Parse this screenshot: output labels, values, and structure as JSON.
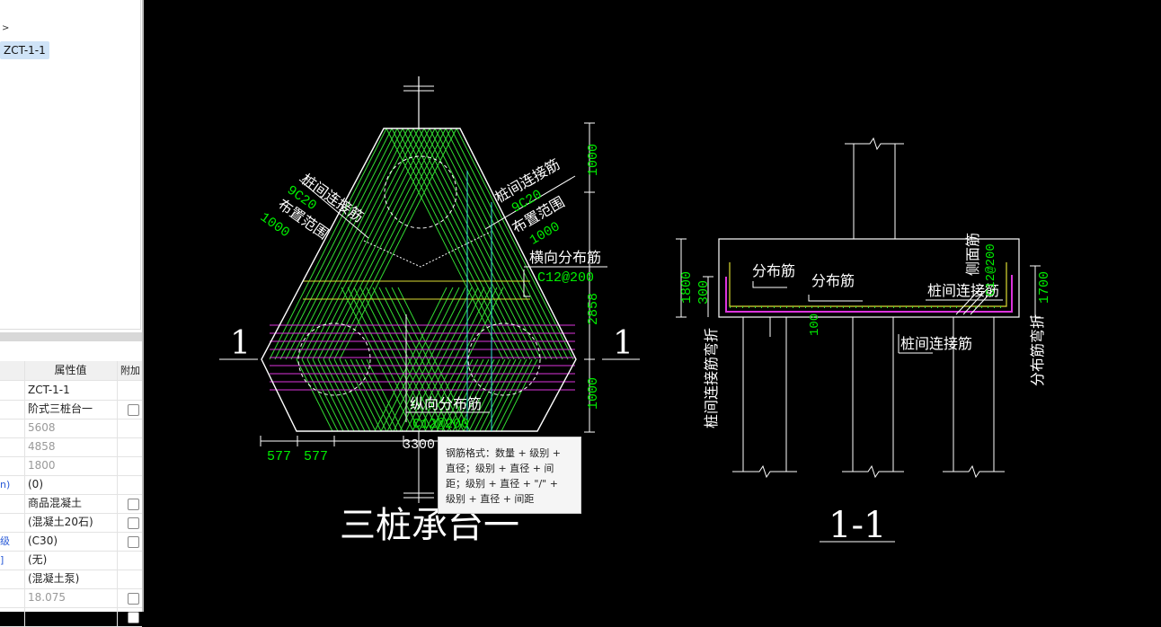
{
  "tree": {
    "expand_arrow": ">",
    "selected_item": "ZCT-1-1"
  },
  "properties": {
    "headers": {
      "name": "",
      "value": "属性值",
      "attach": "附加"
    },
    "rows": [
      {
        "name": "",
        "value": "ZCT-1-1",
        "value_gray": false,
        "checkbox": false
      },
      {
        "name": "",
        "value": "阶式三桩台一",
        "value_gray": false,
        "checkbox": true
      },
      {
        "name": "",
        "value": "5608",
        "value_gray": true,
        "checkbox": false
      },
      {
        "name": "",
        "value": "4858",
        "value_gray": true,
        "checkbox": false
      },
      {
        "name": "",
        "value": "1800",
        "value_gray": true,
        "checkbox": false
      },
      {
        "name": "n)",
        "value": "(0)",
        "value_gray": false,
        "checkbox": false
      },
      {
        "name": "",
        "value": "商品混凝土",
        "value_gray": false,
        "checkbox": true
      },
      {
        "name": "",
        "value": "(混凝土20石)",
        "value_gray": false,
        "checkbox": true
      },
      {
        "name": "级",
        "value": "(C30)",
        "value_gray": false,
        "checkbox": true
      },
      {
        "name": "]",
        "value": "(无)",
        "value_gray": false,
        "checkbox": false
      },
      {
        "name": "",
        "value": "(混凝土泵)",
        "value_gray": false,
        "checkbox": false
      },
      {
        "name": "",
        "value": "18.075",
        "value_gray": true,
        "checkbox": true
      },
      {
        "name": "",
        "value": "",
        "value_gray": false,
        "checkbox": true
      }
    ]
  },
  "plan": {
    "title": "三桩承台一",
    "section_mark_left": "1",
    "section_mark_right": "1",
    "left_rebar_name": "桩间连接筋",
    "left_rebar_spec": "9C20",
    "left_range_label": "布置范围",
    "left_range_value": "1000",
    "right_rebar_name": "桩间连接筋",
    "right_rebar_spec": "9C20",
    "right_range_label": "布置范围",
    "right_range_value": "1000",
    "transverse_label": "横向分布筋",
    "transverse_spec": "C12@200",
    "longitudinal_label": "纵向分布筋",
    "longitudinal_spec": "C12@200",
    "dim_right_top": "1000",
    "dim_right_mid": "2858",
    "dim_right_bottom": "1000",
    "dim_bottom_1": "577",
    "dim_bottom_2": "577",
    "dim_bottom_total": "3300"
  },
  "section": {
    "title": "1-1",
    "distribution_label_1": "分布筋",
    "distribution_label_2": "分布筋",
    "connect_label_top": "桩间连接筋",
    "connect_label_bottom": "桩间连接筋",
    "side_rebar_label": "侧面筋",
    "side_rebar_spec": "C12@200",
    "left_bend_label": "桩间连接筋弯折",
    "right_bend_label": "分布筋弯折",
    "dim_height": "1800",
    "dim_bend_left": "300",
    "dim_cover": "100",
    "dim_right": "1700"
  },
  "tooltip": {
    "text_line1": "钢筋格式：数量 + 级别 +",
    "text_line2": "直径；级别 + 直径 + 间",
    "text_line3": "距；级别 + 直径 + \"/\" +",
    "text_line4": "级别 + 直径 + 间距"
  },
  "colors": {
    "background": "#000000",
    "lines": "#ffffff",
    "green_rebar": "#33dd33",
    "dimension_text": "#00ee00",
    "magenta_rebar": "#dd33dd",
    "yellow_rebar": "#dddd33",
    "cyan": "#33dddd",
    "selection": "#cfe3f7"
  }
}
